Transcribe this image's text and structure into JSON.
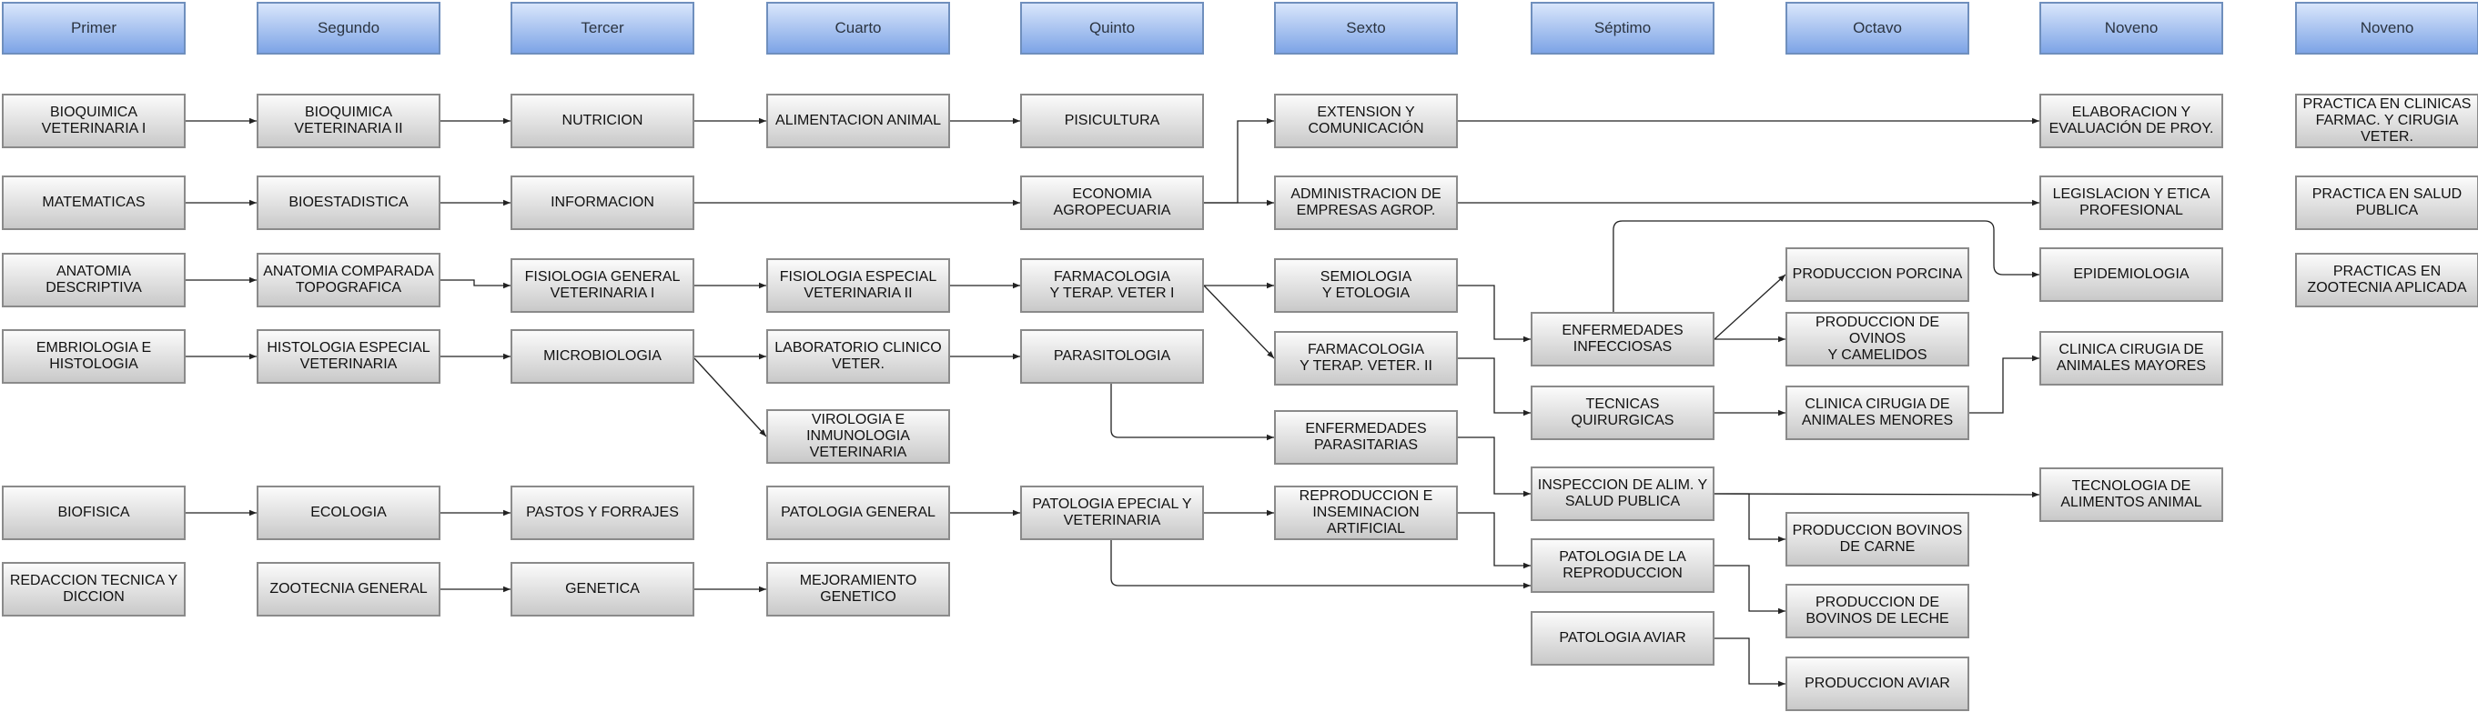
{
  "headers": [
    {
      "id": "h1",
      "label": "Primer"
    },
    {
      "id": "h2",
      "label": "Segundo"
    },
    {
      "id": "h3",
      "label": "Tercer"
    },
    {
      "id": "h4",
      "label": "Cuarto"
    },
    {
      "id": "h5",
      "label": "Quinto"
    },
    {
      "id": "h6",
      "label": "Sexto"
    },
    {
      "id": "h7",
      "label": "Séptimo"
    },
    {
      "id": "h8",
      "label": "Octavo"
    },
    {
      "id": "h9",
      "label": "Noveno"
    },
    {
      "id": "h10",
      "label": "Noveno"
    }
  ],
  "nodes": [
    {
      "id": "bioq1",
      "label": "BIOQUIMICA\nVETERINARIA I"
    },
    {
      "id": "mate",
      "label": "MATEMATICAS"
    },
    {
      "id": "anat_desc",
      "label": "ANATOMIA DESCRIPTIVA"
    },
    {
      "id": "embrio",
      "label": "EMBRIOLOGIA E\nHISTOLOGIA"
    },
    {
      "id": "biofis",
      "label": "BIOFISICA"
    },
    {
      "id": "redac",
      "label": "REDACCION TECNICA Y\nDICCION"
    },
    {
      "id": "bioq2",
      "label": "BIOQUIMICA\nVETERINARIA II"
    },
    {
      "id": "bioest",
      "label": "BIOESTADISTICA"
    },
    {
      "id": "anat_comp",
      "label": "ANATOMIA  COMPARADA\nTOPOGRAFICA"
    },
    {
      "id": "histo",
      "label": "HISTOLOGIA ESPECIAL\nVETERINARIA"
    },
    {
      "id": "ecolo",
      "label": "ECOLOGIA"
    },
    {
      "id": "zoot_gen",
      "label": "ZOOTECNIA GENERAL"
    },
    {
      "id": "nutri",
      "label": "NUTRICION"
    },
    {
      "id": "info",
      "label": "INFORMACION"
    },
    {
      "id": "fisio1",
      "label": "FISIOLOGIA GENERAL\nVETERINARIA I"
    },
    {
      "id": "micro",
      "label": "MICROBIOLOGIA"
    },
    {
      "id": "pastos",
      "label": "PASTOS Y FORRAJES"
    },
    {
      "id": "genet",
      "label": "GENETICA"
    },
    {
      "id": "alim",
      "label": "ALIMENTACION ANIMAL"
    },
    {
      "id": "fisio2",
      "label": "FISIOLOGIA ESPECIAL\nVETERINARIA II"
    },
    {
      "id": "lab",
      "label": "LABORATORIO CLINICO\nVETER."
    },
    {
      "id": "viro",
      "label": "VIROLOGIA E\nINMUNOLOGIA\nVETERINARIA"
    },
    {
      "id": "pato_gen",
      "label": "PATOLOGIA GENERAL"
    },
    {
      "id": "mejora",
      "label": "MEJORAMIENTO\nGENETICO"
    },
    {
      "id": "pisci",
      "label": "PISICULTURA"
    },
    {
      "id": "econ",
      "label": "ECONOMIA\nAGROPECUARIA"
    },
    {
      "id": "farma1",
      "label": "FARMACOLOGIA\nY TERAP. VETER I"
    },
    {
      "id": "parasito",
      "label": "PARASITOLOGIA"
    },
    {
      "id": "pato_esp",
      "label": "PATOLOGIA EPECIAL Y\nVETERINARIA"
    },
    {
      "id": "extension",
      "label": "EXTENSION Y\nCOMUNICACIÓN"
    },
    {
      "id": "admin",
      "label": "ADMINISTRACION DE\nEMPRESAS AGROP."
    },
    {
      "id": "semio",
      "label": "SEMIOLOGIA\nY ETOLOGIA"
    },
    {
      "id": "farma2",
      "label": "FARMACOLOGIA\nY TERAP. VETER. II"
    },
    {
      "id": "enf_para",
      "label": "ENFERMEDADES\nPARASITARIAS"
    },
    {
      "id": "repro",
      "label": "REPRODUCCION E\nINSEMINACION\nARTIFICIAL"
    },
    {
      "id": "enf_inf",
      "label": "ENFERMEDADES\nINFECCIOSAS"
    },
    {
      "id": "tec_quir",
      "label": "TECNICAS QUIRURGICAS"
    },
    {
      "id": "insp",
      "label": "INSPECCION DE ALIM. Y\nSALUD PUBLICA"
    },
    {
      "id": "pato_repro",
      "label": "PATOLOGIA DE LA\nREPRODUCCION"
    },
    {
      "id": "pato_aviar",
      "label": "PATOLOGIA AVIAR"
    },
    {
      "id": "porcina",
      "label": "PRODUCCION PORCINA"
    },
    {
      "id": "ovinos",
      "label": "PRODUCCION DE OVINOS\nY CAMELIDOS"
    },
    {
      "id": "clin_men",
      "label": "CLINICA CIRUGIA DE\nANIMALES MENORES"
    },
    {
      "id": "bov_carne",
      "label": "PRODUCCION BOVINOS\nDE CARNE"
    },
    {
      "id": "bov_leche",
      "label": "PRODUCCION DE\nBOVINOS DE LECHE"
    },
    {
      "id": "aviar",
      "label": "PRODUCCION AVIAR"
    },
    {
      "id": "elab",
      "label": "ELABORACION  Y\nEVALUACIÓN DE PROY."
    },
    {
      "id": "legis",
      "label": "LEGISLACION Y ETICA\nPROFESIONAL"
    },
    {
      "id": "epidem",
      "label": "EPIDEMIOLOGIA"
    },
    {
      "id": "clin_may",
      "label": "CLINICA CIRUGIA DE\nANIMALES MAYORES"
    },
    {
      "id": "tec_alim",
      "label": "TECNOLOGIA DE\nALIMENTOS ANIMAL"
    },
    {
      "id": "prac_clin",
      "label": "PRACTICA EN CLINICAS\nFARMAC. Y CIRUGIA\nVETER."
    },
    {
      "id": "prac_salud",
      "label": "PRACTICA EN SALUD\nPUBLICA"
    },
    {
      "id": "prac_zoot",
      "label": "PRACTICAS EN\nZOOTECNIA APLICADA"
    }
  ],
  "edges": [
    {
      "from": "bioq1",
      "to": "bioq2"
    },
    {
      "from": "mate",
      "to": "bioest"
    },
    {
      "from": "anat_desc",
      "to": "anat_comp"
    },
    {
      "from": "embrio",
      "to": "histo"
    },
    {
      "from": "biofis",
      "to": "ecolo"
    },
    {
      "from": "bioq2",
      "to": "nutri"
    },
    {
      "from": "bioest",
      "to": "info"
    },
    {
      "from": "anat_comp",
      "to": "fisio1"
    },
    {
      "from": "histo",
      "to": "micro"
    },
    {
      "from": "ecolo",
      "to": "pastos"
    },
    {
      "from": "zoot_gen",
      "to": "genet"
    },
    {
      "from": "nutri",
      "to": "alim"
    },
    {
      "from": "info",
      "to": "econ"
    },
    {
      "from": "fisio1",
      "to": "fisio2"
    },
    {
      "from": "micro",
      "to": "lab"
    },
    {
      "from": "micro",
      "to": "viro"
    },
    {
      "from": "genet",
      "to": "mejora"
    },
    {
      "from": "alim",
      "to": "pisci"
    },
    {
      "from": "fisio2",
      "to": "farma1"
    },
    {
      "from": "lab",
      "to": "parasito"
    },
    {
      "from": "pato_gen",
      "to": "pato_esp"
    },
    {
      "from": "econ",
      "to": "extension"
    },
    {
      "from": "econ",
      "to": "admin"
    },
    {
      "from": "farma1",
      "to": "semio"
    },
    {
      "from": "farma1",
      "to": "farma2"
    },
    {
      "from": "parasito",
      "to": "enf_para"
    },
    {
      "from": "pato_esp",
      "to": "repro"
    },
    {
      "from": "pato_esp",
      "to": "pato_repro"
    },
    {
      "from": "extension",
      "to": "elab"
    },
    {
      "from": "admin",
      "to": "legis"
    },
    {
      "from": "semio",
      "to": "enf_inf"
    },
    {
      "from": "farma2",
      "to": "tec_quir"
    },
    {
      "from": "enf_para",
      "to": "insp"
    },
    {
      "from": "repro",
      "to": "pato_repro"
    },
    {
      "from": "enf_inf",
      "to": "porcina"
    },
    {
      "from": "enf_inf",
      "to": "ovinos"
    },
    {
      "from": "enf_inf",
      "to": "epidem"
    },
    {
      "from": "tec_quir",
      "to": "clin_men"
    },
    {
      "from": "insp",
      "to": "tec_alim"
    },
    {
      "from": "insp",
      "to": "bov_carne"
    },
    {
      "from": "pato_repro",
      "to": "bov_leche"
    },
    {
      "from": "pato_aviar",
      "to": "aviar"
    },
    {
      "from": "clin_men",
      "to": "clin_may"
    }
  ]
}
